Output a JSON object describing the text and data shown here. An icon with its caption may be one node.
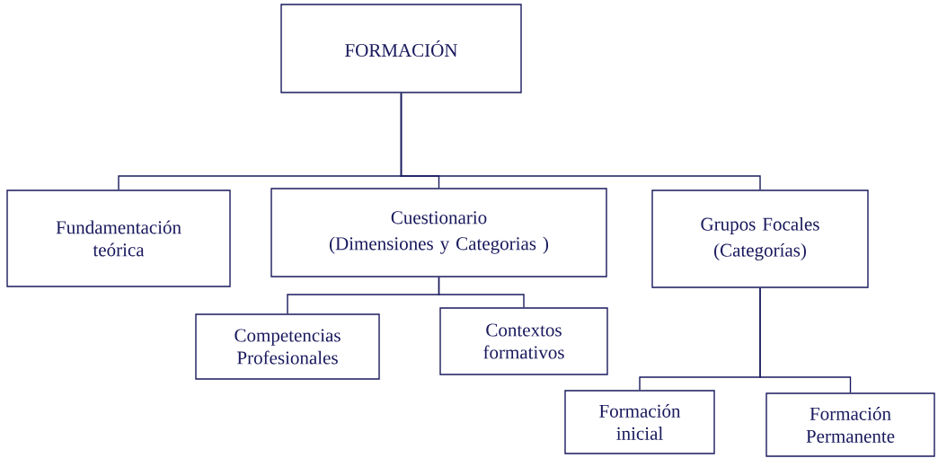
{
  "diagram": {
    "nodes": [
      {
        "text": [
          "FORMACIÓN"
        ]
      },
      {
        "text": [
          "Fundamentación teórica"
        ]
      },
      {
        "text": [
          "Cuestionario",
          "(Dimensiones y Categorias )"
        ]
      },
      {
        "text": [
          "Grupos Focales",
          "(Categorías)"
        ]
      },
      {
        "text": [
          "Competencias Profesionales"
        ]
      },
      {
        "text": [
          "Contextos formativos"
        ]
      },
      {
        "text": [
          "Formación inicial"
        ]
      },
      {
        "text": [
          "Formación Permanente"
        ]
      }
    ],
    "edges": [
      {
        "from": 0,
        "to": 1,
        "arrow": "none"
      },
      {
        "from": 0,
        "to": 2,
        "arrow": "none"
      },
      {
        "from": 0,
        "to": 3,
        "arrow": "none"
      },
      {
        "from": 2,
        "to": 4,
        "arrow": "none"
      },
      {
        "from": 2,
        "to": 5,
        "arrow": "none"
      },
      {
        "from": 3,
        "to": 6,
        "arrow": "none"
      },
      {
        "from": 3,
        "to": 7,
        "arrow": "none"
      }
    ]
  }
}
